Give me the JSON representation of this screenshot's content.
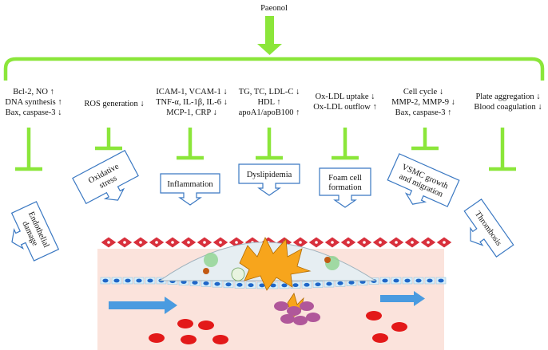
{
  "title": "Paeonol",
  "effects": [
    {
      "lines": [
        "Bcl-2, NO ↑",
        "DNA synthesis ↑",
        "Bax, caspase-3 ↓"
      ],
      "outcome": "Endothelial damage"
    },
    {
      "lines": [
        "ROS generation ↓"
      ],
      "outcome": "Oxidative stress"
    },
    {
      "lines": [
        "ICAM-1, VCAM-1 ↓",
        "TNF-α, IL-1β, IL-6 ↓",
        "MCP-1, CRP ↓"
      ],
      "outcome": "Inflammation"
    },
    {
      "lines": [
        "TG, TC, LDL-C ↓",
        "HDL ↑",
        "apoA1/apoB100 ↑"
      ],
      "outcome": "Dyslipidemia"
    },
    {
      "lines": [
        "Ox-LDL uptake ↓",
        "Ox-LDL outflow ↑"
      ],
      "outcome": "Foam cell formation"
    },
    {
      "lines": [
        "Cell cycle ↓",
        "MMP-2, MMP-9 ↓",
        "Bax, caspase-3 ↑"
      ],
      "outcome": "VSMC growth and migration"
    },
    {
      "lines": [
        "Plate aggregation ↓",
        "Blood coagulation ↓"
      ],
      "outcome": "Thrombosis"
    }
  ],
  "colors": {
    "green": "#8be63a",
    "box_border": "#3a78c2",
    "vessel_red": "#d8303c",
    "endothelium_blue": "#1e66c8",
    "lumen": "#fbe3dc",
    "rbc": "#e31919",
    "flow_arrow": "#4a9be0",
    "plaque_orange": "#f7a51c"
  }
}
